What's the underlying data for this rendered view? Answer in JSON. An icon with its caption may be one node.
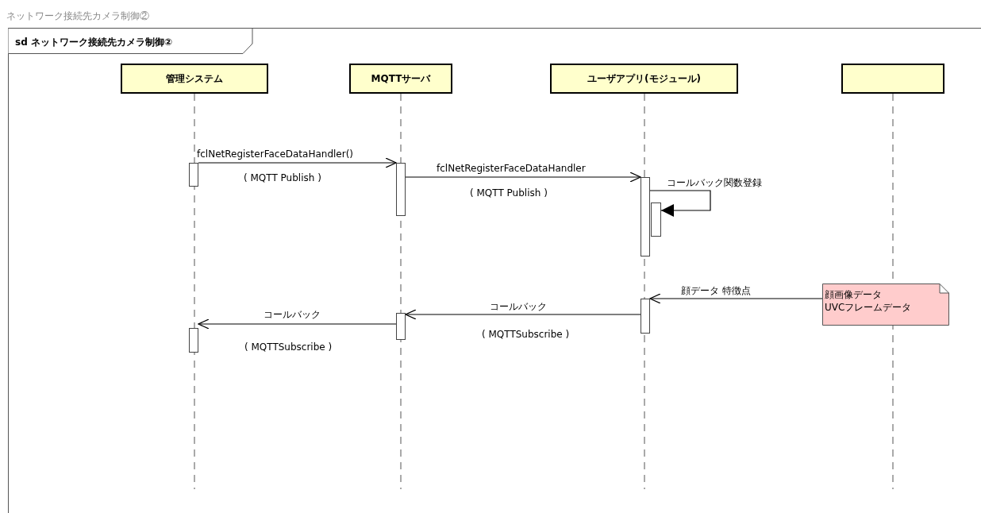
{
  "diagram": {
    "title": "ネットワーク接続先カメラ制御②",
    "nodes": [
      {
        "text": [
          "sd ネットワーク接続先カメラ制御②"
        ]
      },
      {
        "text": [
          "管理システム"
        ],
        "in": 0
      },
      {
        "text": [
          "MQTTサーバ"
        ],
        "in": 0
      },
      {
        "text": [
          "ユーザアプリ(モジュール)"
        ],
        "in": 0
      },
      {
        "text": [],
        "shape": "box",
        "in": 0
      },
      {
        "text": [],
        "shape": "bar",
        "in": 0
      },
      {
        "text": [],
        "shape": "bar",
        "in": 0
      },
      {
        "text": [],
        "shape": "bar",
        "in": 0
      },
      {
        "text": [],
        "shape": "bar",
        "in": 0
      },
      {
        "text": [],
        "shape": "bar",
        "in": 0
      },
      {
        "text": [],
        "shape": "bar",
        "in": 0
      },
      {
        "text": [],
        "shape": "bar",
        "in": 0
      },
      {
        "text": [
          "顔画像データ UVCフレームデータ"
        ],
        "in": 0
      }
    ],
    "edges": [
      {
        "from": 5,
        "to": 6,
        "arrow": "to",
        "label": "fclNetRegisterFaceDataHandler()"
      },
      {
        "from": 6,
        "to": 7,
        "arrow": "to",
        "label": "fclNetRegisterFaceDataHandler"
      },
      {
        "from": 7,
        "to": 8,
        "arrow": "to",
        "label": "コールバック関数登録"
      },
      {
        "from": 12,
        "to": 9,
        "arrow": "to",
        "label": "顔データ 特徴点"
      },
      {
        "from": 9,
        "to": 10,
        "arrow": "to",
        "label": "コールバック"
      },
      {
        "from": 10,
        "to": 11,
        "arrow": "to",
        "label": "コールバック"
      }
    ],
    "labels": [
      "( MQTT Publish )",
      "( MQTT Publish )",
      "( MQTTSubscribe )",
      "( MQTTSubscribe )"
    ]
  }
}
